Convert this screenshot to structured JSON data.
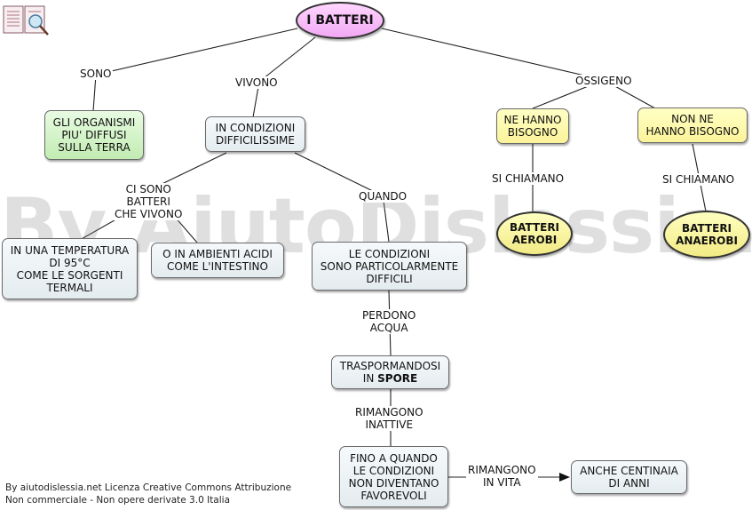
{
  "watermark": "By AiutoDislessia.net",
  "root": "I BATTERI",
  "labels": {
    "sono": "SONO",
    "vivono": "VIVONO",
    "ossigeno": "OSSIGENO",
    "ci_sono": "CI SONO\nBATTERI\nCHE VIVONO",
    "quando": "QUANDO",
    "si_chiamano_1": "SI CHIAMANO",
    "si_chiamano_2": "SI CHIAMANO",
    "perdono": "PERDONO\nACQUA",
    "rimangono_inattive": "RIMANGONO\nINATTIVE",
    "rimangono_vita": "RIMANGONO\nIN VITA"
  },
  "nodes": {
    "organismi": "GLI ORGANISMI\nPIU' DIFFUSI\nSULLA TERRA",
    "condizioni": "IN CONDIZIONI\nDIFFICILISSIME",
    "hanno_bisogno": "NE HANNO\nBISOGNO",
    "non_hanno_bisogno": "NON NE\nHANNO BISOGNO",
    "temperatura": "IN UNA TEMPERATURA\nDI 95°C\nCOME LE SORGENTI\nTERMALI",
    "ambienti": "O IN AMBIENTI ACIDI\nCOME L'INTESTINO",
    "particolarmente": "LE CONDIZIONI\nSONO PARTICOLARMENTE\nDIFFICILI",
    "trasformandosi_a": "TRASPORMANDOSI\nIN ",
    "trasformandosi_b": "SPORE",
    "fino": "FINO A QUANDO\nLE CONDIZIONI\nNON DIVENTANO\nFAVOREVOLI",
    "centinaia": "ANCHE CENTINAIA\nDI ANNI",
    "aerobi": "BATTERI\nAEROBI",
    "anaerobi": "BATTERI\nANAEROBI"
  },
  "footer": {
    "line1": "By aiutodislessia.net Licenza Creative Commons Attribuzione",
    "line2": "Non commerciale - Non opere derivate 3.0 Italia"
  },
  "colors": {
    "root": "#f3b0f5",
    "green": "#c8eeba",
    "yellow": "#fbf5a0",
    "node": "#e8eff2"
  },
  "icons": [
    "book-magnifier-icon"
  ]
}
